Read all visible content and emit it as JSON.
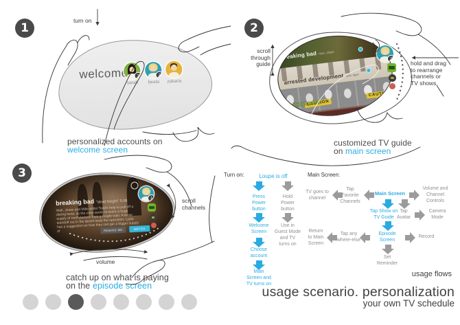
{
  "page": {
    "title": "usage scenario. personalization",
    "subtitle": "your own TV schedule",
    "usage_flows": "usage flows"
  },
  "colors": {
    "accent": "#29abe2",
    "text_dark": "#414141",
    "flow_gray": "#9b9b9b",
    "avatar_green": "#7fb043",
    "avatar_teal": "#2e9fb6",
    "avatar_yellow": "#e7b23a",
    "hulu_green": "#71b32e",
    "caution_yellow": "#e3c52f"
  },
  "pagination": {
    "count": 8,
    "active": 3
  },
  "step1": {
    "number": "1",
    "turn_on": "turn on",
    "screen_title": "welcome",
    "accounts": [
      {
        "name": "sarah",
        "color": "#7fb043",
        "badge": "3"
      },
      {
        "name": "beata",
        "color": "#2e9fb6",
        "badge": "2"
      },
      {
        "name": "zakaria",
        "color": "#e7b23a",
        "badge": ""
      }
    ],
    "caption": "personalized accounts on",
    "caption_accent": "welcome screen"
  },
  "step2": {
    "number": "2",
    "scroll_label": "scroll\nthrough\nguide",
    "drag_label": "hold and drag\nto rearrange\nchannels or\nTV shows",
    "guide": [
      {
        "title": "breaking bad",
        "meta": "mon. 10pm"
      },
      {
        "title": "arrested development",
        "meta": "wed. 8pm"
      },
      {
        "title": "it's always sunny",
        "caution": "CAUTION"
      }
    ],
    "avatar_badge": "2",
    "caption": "customized TV guide",
    "caption_prefix": "on ",
    "caption_accent": "main screen"
  },
  "step3": {
    "number": "3",
    "show_title": "breaking bad",
    "episode_title": "\"dead freight\"",
    "episode_no": "5.08",
    "synopsis": "Walt, Jesse and Mike enlist Todd's help to pull off a daring heist, as the crew works to score a huge supply of methylamine from a freight train. A tense standoff out in the desert tests the operation; Lydia has a suggestion on how they can get a bigger supply of",
    "buttons": {
      "secondary": "remind me",
      "primary": "watch"
    },
    "avatar_badge": "1",
    "scroll_label": "scroll\nchannels",
    "volume_label": "volume",
    "caption": "catch up on what is paying",
    "caption_prefix": "on the ",
    "caption_accent": "episode screen"
  },
  "flows": {
    "turn_on": {
      "heading": "Turn on:",
      "root": "Loupe is off",
      "primary": [
        "Press\nPower\nbutton",
        "Welcome\nScreen",
        "Choose\naccount",
        "Main\nScreen and\nTV turns on"
      ],
      "alternate": [
        "Hold\nPower\nbutton",
        "Use in\nGuest Mode\nand TV\nturns on"
      ]
    },
    "main": {
      "heading": "Main Screen:",
      "center": "Main Screen",
      "tv_goes": "TV goes to\nchannel",
      "tap_fav": "Tap\nFavorite\nChannels",
      "vol": "Volume and\nChannel\nControls",
      "tap_show": "Tap Show on\nTV Guide",
      "tap_avatar": "Tap\nAvatar",
      "camera": "Camera\nMode",
      "episode": "Episode\nScreen",
      "tap_any": "Tap any\nwhere-else",
      "return": "Return\nto Main\nScreen",
      "record": "Record",
      "reminder": "Set\nReminder"
    }
  }
}
